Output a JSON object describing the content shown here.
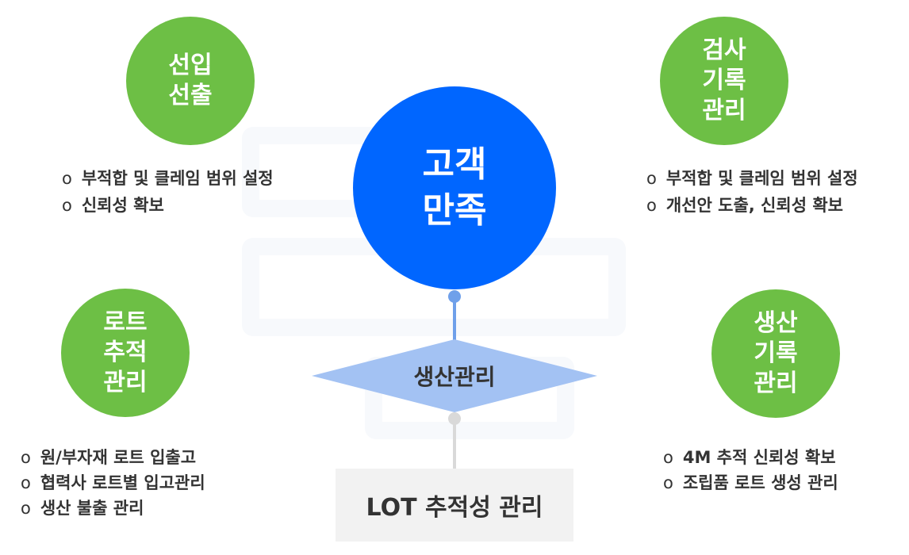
{
  "colors": {
    "green": "#6dbf45",
    "blue": "#0066ff",
    "diamond": "#a3c2f3",
    "connector_top": "#6fa0ea",
    "connector_bottom": "#d9d9d9",
    "box": "#f2f2f2"
  },
  "center": {
    "lines": [
      "고객",
      "만족"
    ]
  },
  "hub": {
    "label": "생산관리"
  },
  "bottom_box": {
    "label": "LOT 추적성 관리"
  },
  "nodes": [
    {
      "lines": [
        "선입",
        "선출"
      ],
      "bullets": [
        "부적합 및 클레임 범위 설정",
        "신뢰성 확보"
      ]
    },
    {
      "lines": [
        "검사",
        "기록",
        "관리"
      ],
      "bullets": [
        "부적합 및 클레임 범위 설정",
        "개선안 도출, 신뢰성 확보"
      ]
    },
    {
      "lines": [
        "로트",
        "추적",
        "관리"
      ],
      "bullets": [
        "원/부자재 로트 입출고",
        "협력사 로트별 입고관리",
        "생산 불출 관리"
      ]
    },
    {
      "lines": [
        "생산",
        "기록",
        "관리"
      ],
      "bullets": [
        "4M 추적 신뢰성 확보",
        "조립품 로트 생성 관리"
      ]
    }
  ],
  "bullet_marker": "o"
}
